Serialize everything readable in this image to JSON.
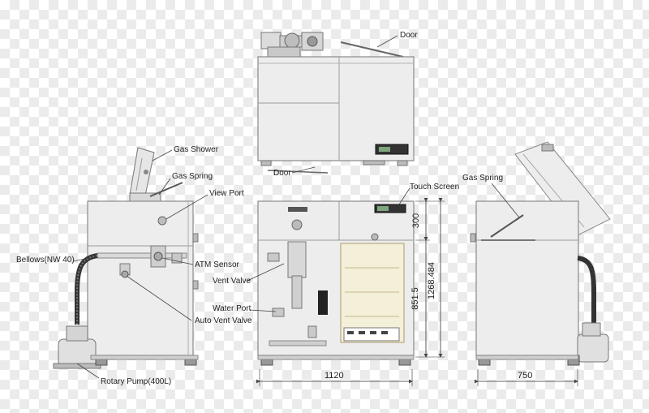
{
  "colors": {
    "body": "#ededed",
    "outline": "#8a8a8a",
    "dark": "#555555",
    "chamber": "#f4efd9"
  },
  "labels": {
    "door_top": "Door",
    "door_bottom": "Door",
    "gas_shower": "Gas Shower",
    "gas_spring_left": "Gas Spring",
    "view_port": "View Port",
    "bellows": "Bellows(NW 40)",
    "atm_sensor": "ATM Sensor",
    "vent_valve": "Vent Valve",
    "water_port": "Water Port",
    "auto_vent_valve": "Auto Vent Valve",
    "rotary_pump": "Rotary Pump(400L)",
    "touch_screen": "Touch Screen",
    "gas_spring_right": "Gas Spring"
  },
  "dimensions": {
    "width_front": "1120",
    "width_side": "750",
    "height_top": "300",
    "height_lower": "851.5",
    "height_total": "1268.484"
  }
}
